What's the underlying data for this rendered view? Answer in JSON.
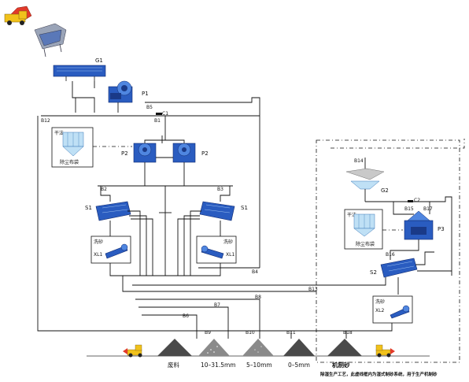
{
  "labels": {
    "g1": "G1",
    "p1": "P1",
    "b5": "B5",
    "b1": "B1",
    "c1": "C1",
    "b12": "B12",
    "p2_left": "P2",
    "p2_right": "P2",
    "b2": "B2",
    "b3": "B3",
    "s1_left": "S1",
    "s1_right": "S1",
    "xl1_left": "XL1",
    "xl1_right": "XL1",
    "b4": "B4",
    "b13": "B13",
    "b8": "B8",
    "b7": "B7",
    "b6": "B6",
    "b9": "B9",
    "b10": "B10",
    "b11": "B11",
    "b18": "B18",
    "b14": "B14",
    "g2": "G2",
    "c2": "C2",
    "b15": "B15",
    "b17": "B17",
    "p3": "P3",
    "b16": "B16",
    "s2": "S2",
    "xl2": "XL2"
  },
  "boxes": {
    "dust_left_top": "干法",
    "dust_left_bottom": "除尘布袋",
    "xl1_left_title": "洗砂",
    "xl1_right_title": "洗砂",
    "dust_right_top": "干法",
    "dust_right_bottom": "除尘布袋",
    "xl2_title": "洗砂"
  },
  "piles": {
    "p1": "废料",
    "p2": "10–31.5mm",
    "p3": "5–10mm",
    "p4": "0–5mm",
    "p5": "机制砂"
  },
  "note": "除湿生产工艺，此虚线框内为湿式制砂系统，用于生产机制砂",
  "icons": [
    "dump-truck-icon",
    "vibrating-feeder-icon",
    "jaw-crusher-icon",
    "impact-crusher-icon",
    "vibrating-screen-icon",
    "sand-washer-icon",
    "dust-collector-icon",
    "sand-maker-icon",
    "bin-icon",
    "loader-icon"
  ]
}
